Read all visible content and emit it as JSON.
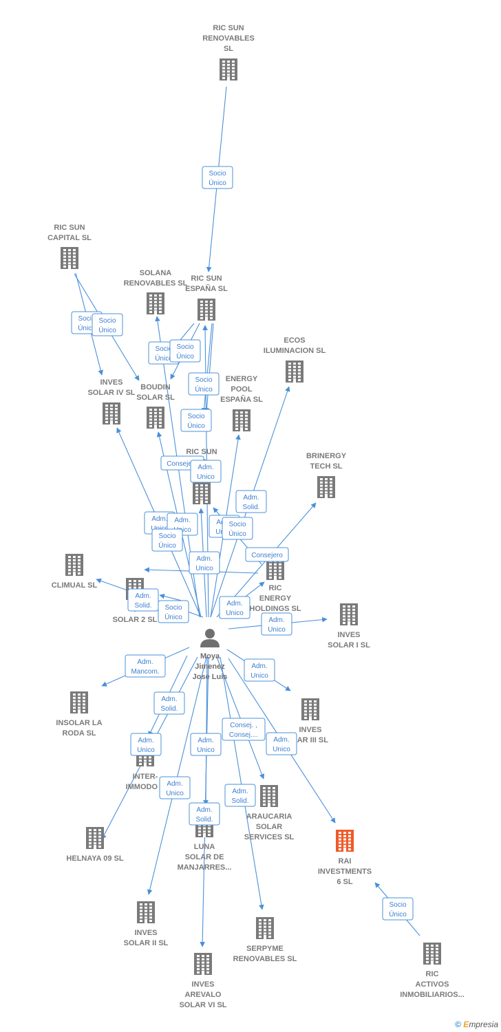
{
  "colors": {
    "edge": "#4a90d9",
    "building": "#7a7a7a",
    "highlight": "#f05a28",
    "person": "#6f6f6f"
  },
  "footer": {
    "copyright": "©",
    "brand_initial": "E",
    "brand_rest": "mpresia"
  },
  "nodes": [
    {
      "id": "ric_sun_renovables",
      "type": "company",
      "lines": [
        "RIC SUN",
        "RENOVABLES",
        "SL"
      ]
    },
    {
      "id": "ric_sun_capital",
      "type": "company",
      "lines": [
        "RIC SUN",
        "CAPITAL  SL"
      ]
    },
    {
      "id": "solana",
      "type": "company",
      "lines": [
        "SOLANA",
        "RENOVABLES SL"
      ]
    },
    {
      "id": "ric_sun_espana",
      "type": "company",
      "lines": [
        "RIC SUN",
        "ESPAÑA  SL"
      ]
    },
    {
      "id": "ecos",
      "type": "company",
      "lines": [
        "ECOS",
        "ILUMINACION SL"
      ]
    },
    {
      "id": "inves_iv",
      "type": "company",
      "lines": [
        "INVES",
        "SOLAR IV SL"
      ]
    },
    {
      "id": "boudin",
      "type": "company",
      "lines": [
        "BOUDIN",
        "SOLAR SL"
      ]
    },
    {
      "id": "energy_pool",
      "type": "company",
      "lines": [
        "ENERGY",
        "POOL",
        "ESPAÑA  SL"
      ]
    },
    {
      "id": "ric_sun_ts",
      "type": "company",
      "lines": [
        "RIC SUN",
        "TS"
      ]
    },
    {
      "id": "brinergy",
      "type": "company",
      "lines": [
        "BRINERGY",
        "TECH  SL"
      ]
    },
    {
      "id": "climual",
      "type": "company",
      "lines": [
        "CLIMUAL SL"
      ]
    },
    {
      "id": "tsolar2",
      "type": "company",
      "lines": [
        "T",
        "SOLAR 2 SL"
      ]
    },
    {
      "id": "ric_energy",
      "type": "company",
      "lines": [
        "RIC",
        "ENERGY",
        "HOLDINGS  SL"
      ]
    },
    {
      "id": "inves_i",
      "type": "company",
      "lines": [
        "INVES",
        "SOLAR I SL"
      ]
    },
    {
      "id": "moya",
      "type": "person",
      "lines": [
        "Moya",
        "Jimenez",
        "Jose Luis"
      ]
    },
    {
      "id": "insolar",
      "type": "company",
      "lines": [
        "INSOLAR LA",
        "RODA  SL"
      ]
    },
    {
      "id": "inves_iii",
      "type": "company",
      "lines": [
        "INVES",
        "LAR III SL"
      ]
    },
    {
      "id": "inter_immodo",
      "type": "company",
      "lines": [
        "INTER-",
        "IMMODO S"
      ]
    },
    {
      "id": "araucaria",
      "type": "company",
      "lines": [
        "ARAUCARIA",
        "SOLAR",
        "SERVICES SL"
      ]
    },
    {
      "id": "helnaya",
      "type": "company",
      "lines": [
        "HELNAYA 09 SL"
      ]
    },
    {
      "id": "luna",
      "type": "company",
      "lines": [
        "LUNA",
        "SOLAR DE",
        "MANJARRES..."
      ]
    },
    {
      "id": "rai",
      "type": "company",
      "highlight": true,
      "lines": [
        "RAI",
        "INVESTMENTS",
        "6  SL"
      ]
    },
    {
      "id": "inves_ii",
      "type": "company",
      "lines": [
        "INVES",
        "SOLAR II SL"
      ]
    },
    {
      "id": "serpyme",
      "type": "company",
      "lines": [
        "SERPYME",
        "RENOVABLES SL"
      ]
    },
    {
      "id": "ric_activos",
      "type": "company",
      "lines": [
        "RIC",
        "ACTIVOS",
        "INMOBILIARIOS..."
      ]
    },
    {
      "id": "inves_vi",
      "type": "company",
      "lines": [
        "INVES",
        "AREVALO",
        "SOLAR VI SL"
      ]
    }
  ],
  "edges": [
    {
      "from": "ric_sun_renovables",
      "to": "ric_sun_espana",
      "lines": [
        "Socio",
        "Único"
      ]
    },
    {
      "from": "ric_sun_capital",
      "to": "inves_iv",
      "lines": [
        "Socio",
        "Único"
      ]
    },
    {
      "from": "ric_sun_capital",
      "to": "boudin",
      "lines": [
        "Socio",
        "Único"
      ]
    },
    {
      "from": "ric_sun_espana",
      "to": "boudin",
      "lines": [
        "Socio",
        "Único"
      ]
    },
    {
      "from": "ric_sun_espana",
      "to": "boudin",
      "lines": [
        "Socio",
        "Único"
      ]
    },
    {
      "from": "ric_sun_espana",
      "to": "ric_sun_ts",
      "lines": [
        "Socio",
        "Único"
      ]
    },
    {
      "from": "ric_sun_espana",
      "to": "ric_sun_ts",
      "lines": [
        "Socio",
        "Único"
      ]
    },
    {
      "from": "moya",
      "to": "solana",
      "lines": [
        "Consejero"
      ]
    },
    {
      "from": "moya",
      "to": "ric_sun_espana",
      "lines": [
        "Adm.",
        "Unico"
      ]
    },
    {
      "from": "moya",
      "to": "ecos",
      "lines": [
        "Adm.",
        "Solid."
      ]
    },
    {
      "from": "moya",
      "to": "inves_iv",
      "lines": [
        "Adm.",
        "Unico"
      ]
    },
    {
      "from": "moya",
      "to": "boudin",
      "lines": [
        "Adm.",
        "Unico"
      ]
    },
    {
      "from": "moya",
      "to": "energy_pool",
      "lines": [
        "Adm.",
        "Unico"
      ]
    },
    {
      "from": "moya",
      "to": "ric_sun_ts",
      "lines": [
        "Adm.",
        "Unico"
      ]
    },
    {
      "from": "ric_energy",
      "to": "ric_sun_ts",
      "lines": [
        "Socio",
        "Único"
      ]
    },
    {
      "from": "ric_energy",
      "to": "tsolar2",
      "lines": [
        "Socio",
        "Único"
      ]
    },
    {
      "from": "moya",
      "to": "brinergy",
      "lines": [
        "Consejero"
      ]
    },
    {
      "from": "moya",
      "to": "climual",
      "lines": [
        "Adm.",
        "Solid."
      ]
    },
    {
      "from": "ric_sun_ts",
      "to": "tsolar2",
      "lines": [
        "Socio",
        "Único"
      ]
    },
    {
      "from": "moya",
      "to": "ric_energy",
      "lines": [
        "Adm.",
        "Unico"
      ]
    },
    {
      "from": "moya",
      "to": "inves_i",
      "lines": [
        "Adm.",
        "Unico"
      ]
    },
    {
      "from": "moya",
      "to": "insolar",
      "lines": [
        "Adm.",
        "Mancom."
      ]
    },
    {
      "from": "moya",
      "to": "inves_iii",
      "lines": [
        "Adm.",
        "Unico"
      ]
    },
    {
      "from": "moya",
      "to": "inter_immodo",
      "lines": [
        "Adm.",
        "Solid."
      ]
    },
    {
      "from": "moya",
      "to": "helnaya",
      "lines": [
        "Adm.",
        "Unico"
      ]
    },
    {
      "from": "moya",
      "to": "luna",
      "lines": [
        "Adm.",
        "Unico"
      ]
    },
    {
      "from": "moya",
      "to": "araucaria",
      "lines": [
        "Consej. ,",
        "Consej...."
      ]
    },
    {
      "from": "moya",
      "to": "rai",
      "lines": [
        "Adm.",
        "Unico"
      ]
    },
    {
      "from": "moya",
      "to": "inves_ii",
      "lines": [
        "Adm.",
        "Unico"
      ]
    },
    {
      "from": "moya",
      "to": "serpyme",
      "lines": [
        "Adm.",
        "Solid."
      ]
    },
    {
      "from": "moya",
      "to": "inves_vi",
      "lines": [
        "Adm.",
        "Solid."
      ]
    },
    {
      "from": "ric_activos",
      "to": "rai",
      "lines": [
        "Socio",
        "Único"
      ]
    }
  ]
}
